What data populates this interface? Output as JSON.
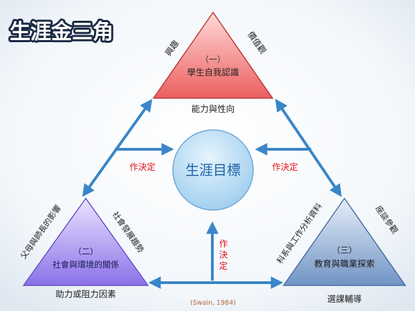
{
  "title": "生涯金三角",
  "center": {
    "label": "生涯目標"
  },
  "top": {
    "number": "（一）",
    "label": "學生自我認識",
    "left_side": "興趣",
    "right_side": "價值觀",
    "bottom": "能力與性向"
  },
  "left": {
    "number": "（二）",
    "label": "社會與環境的關係",
    "left_side": "父母與師長的影響",
    "right_side": "社會發展趨勢",
    "bottom": "助力或阻力因素"
  },
  "right": {
    "number": "（三）",
    "label": "教育與職業探索",
    "left_side": "科系與工作分析資料",
    "right_side": "座談參觀",
    "bottom": "選課輔導"
  },
  "decisions": {
    "left": "作決定",
    "right": "作決定",
    "bottom": [
      "作",
      "決",
      "定"
    ]
  },
  "citation": "(Swain, 1984)",
  "colors": {
    "arrow": "#3a86c8",
    "decision_text": "#e0101a",
    "citation": "#b06a3a",
    "title": "#ffffff"
  }
}
